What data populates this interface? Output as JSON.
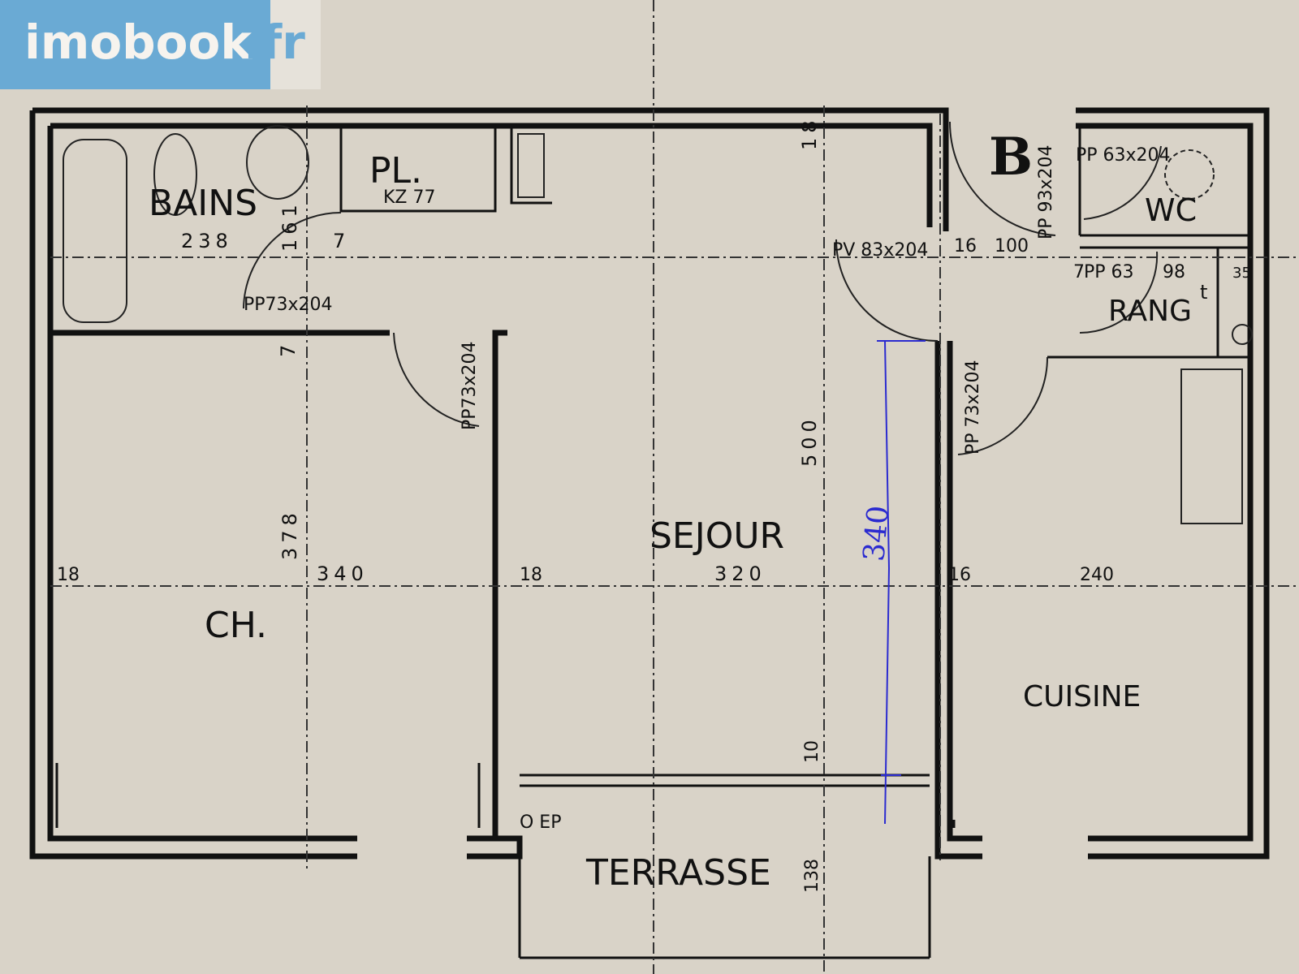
{
  "logo": {
    "brand": "imobook",
    "tld": ".fr"
  },
  "rooms": {
    "bains": "BAINS",
    "placard": "PL.",
    "sejour": "SEJOUR",
    "chambre": "CH.",
    "cuisine": "CUISINE",
    "terrasse": "TERRASSE",
    "wc": "WC",
    "rangement": "RANG",
    "rangement_sup": "t",
    "entry_letter": "B"
  },
  "doors": {
    "placard_kz": "KZ 77",
    "bains_door": "PP73x204",
    "chambre_door": "PP73x204",
    "entry_door": "PV 83x204",
    "hall_door": "PP 93x204",
    "wc_door": "PP 63x204",
    "rang_door": "PP 63",
    "cuisine_door": "PP 73x204"
  },
  "dimensions": {
    "bains_width": "238",
    "bains_depth": "161",
    "wall_7a": "7",
    "wall_7b": "7",
    "wall_7c": "7",
    "top_18": "18",
    "sejour_depth": "500",
    "chambre_depth": "378",
    "left_18": "18",
    "chambre_width": "340",
    "mid_18": "18",
    "sejour_width": "320",
    "right_16": "16",
    "cuisine_width": "240",
    "terrace_10": "10",
    "terrace_depth": "138",
    "hall_16": "16",
    "hall_100": "100",
    "rang_98": "98",
    "rang_35": "35",
    "ep": "O EP"
  },
  "handwritten": {
    "annotation": "340"
  },
  "colors": {
    "paper": "#d9d3c8",
    "ink": "#111111",
    "pen": "#2b2bd0",
    "logo_bg": "#6aaad4",
    "sun": "#f2c36b"
  }
}
